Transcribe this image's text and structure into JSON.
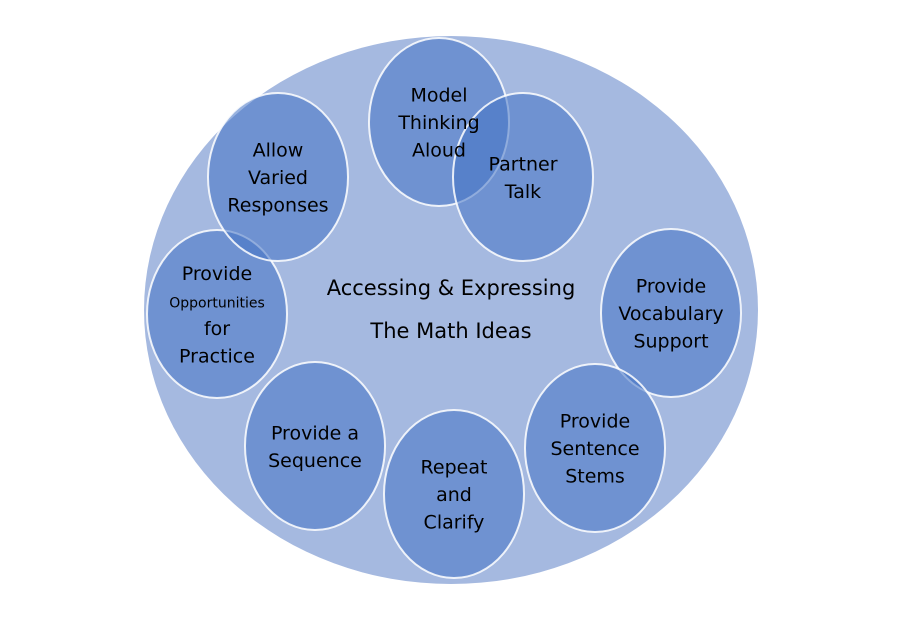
{
  "diagram": {
    "type": "radial-cycle",
    "colors": {
      "outer": "#a5b9e0",
      "node": "#4472c4",
      "stroke": "#ffffff",
      "text": "#000000"
    },
    "center_title": {
      "lines": [
        "Accessing & Expressing",
        "The Math Ideas"
      ]
    },
    "nodes": [
      {
        "id": "model-thinking-aloud",
        "lines": [
          "Model",
          "Thinking",
          "Aloud"
        ]
      },
      {
        "id": "partner-talk",
        "lines": [
          "Partner",
          "Talk"
        ]
      },
      {
        "id": "provide-vocabulary-support",
        "lines": [
          "Provide",
          "Vocabulary",
          "Support"
        ]
      },
      {
        "id": "provide-sentence-stems",
        "lines": [
          "Provide",
          "Sentence",
          "Stems"
        ]
      },
      {
        "id": "repeat-and-clarify",
        "lines": [
          "Repeat",
          "and",
          "Clarify"
        ]
      },
      {
        "id": "provide-a-sequence",
        "lines": [
          "Provide a",
          "Sequence"
        ]
      },
      {
        "id": "provide-opportunities-for-practice",
        "lines": [
          "Provide",
          "Opportunities",
          "for",
          "Practice"
        ],
        "small_line_index": 1
      },
      {
        "id": "allow-varied-responses",
        "lines": [
          "Allow",
          "Varied",
          "Responses"
        ]
      }
    ]
  }
}
